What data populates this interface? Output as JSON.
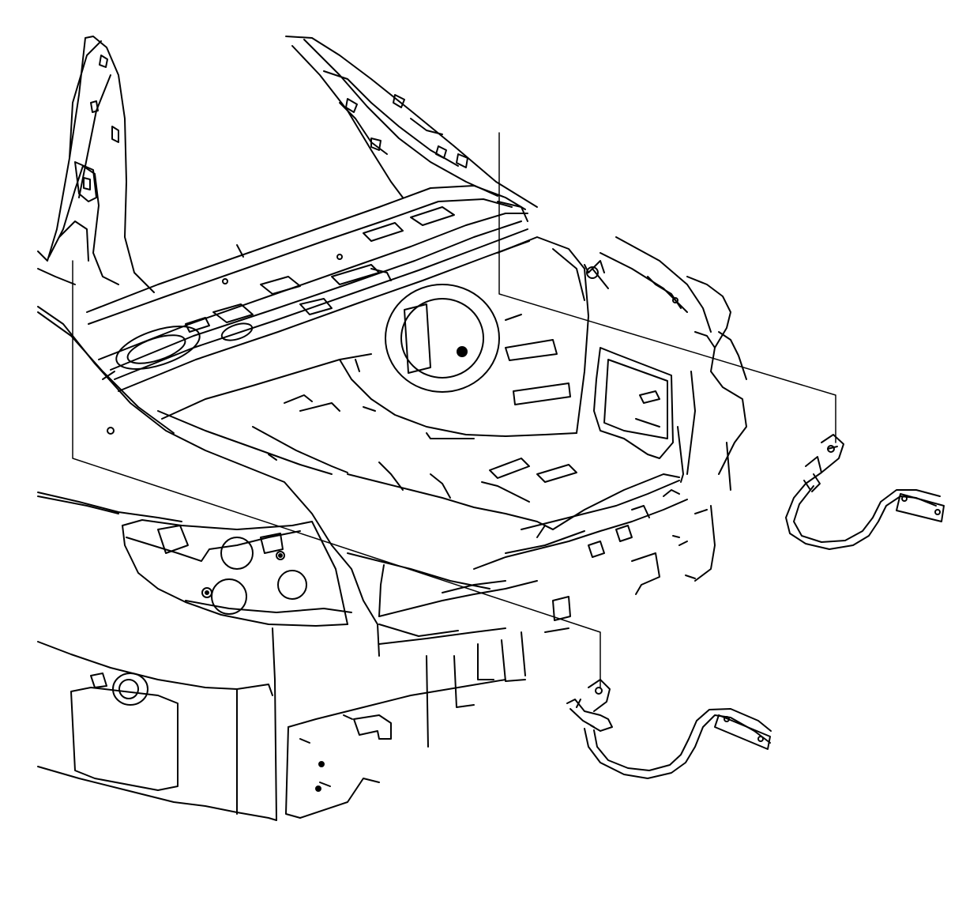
{
  "diagram": {
    "background": "#ffffff",
    "ink": "#000000",
    "labels": [],
    "components": [
      "vehicle-rear-body",
      "trunk-lid-hinge-right",
      "trunk-lid-hinge-left",
      "callout-leader-lines"
    ]
  }
}
